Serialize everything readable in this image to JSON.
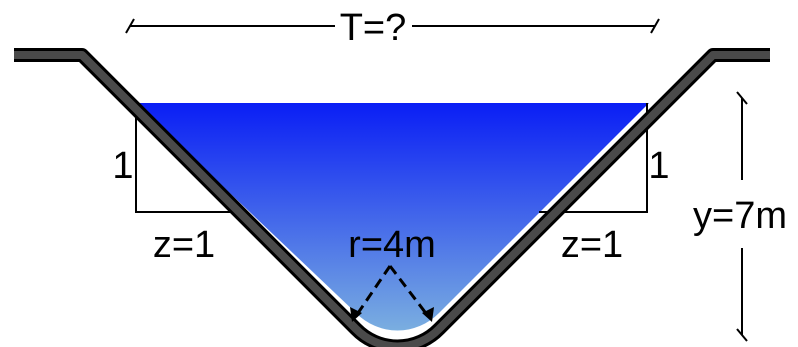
{
  "labels": {
    "top_width": "T=?",
    "slope_rise_left": "1",
    "slope_rise_right": "1",
    "slope_run_left": "z=1",
    "slope_run_right": "z=1",
    "radius": "r=4m",
    "depth": "y=7m"
  },
  "colors": {
    "channel_wall": "#3a3a3a",
    "water_top": "#0a1ef5",
    "water_bottom": "#7aaee0",
    "lines": "#000000"
  }
}
